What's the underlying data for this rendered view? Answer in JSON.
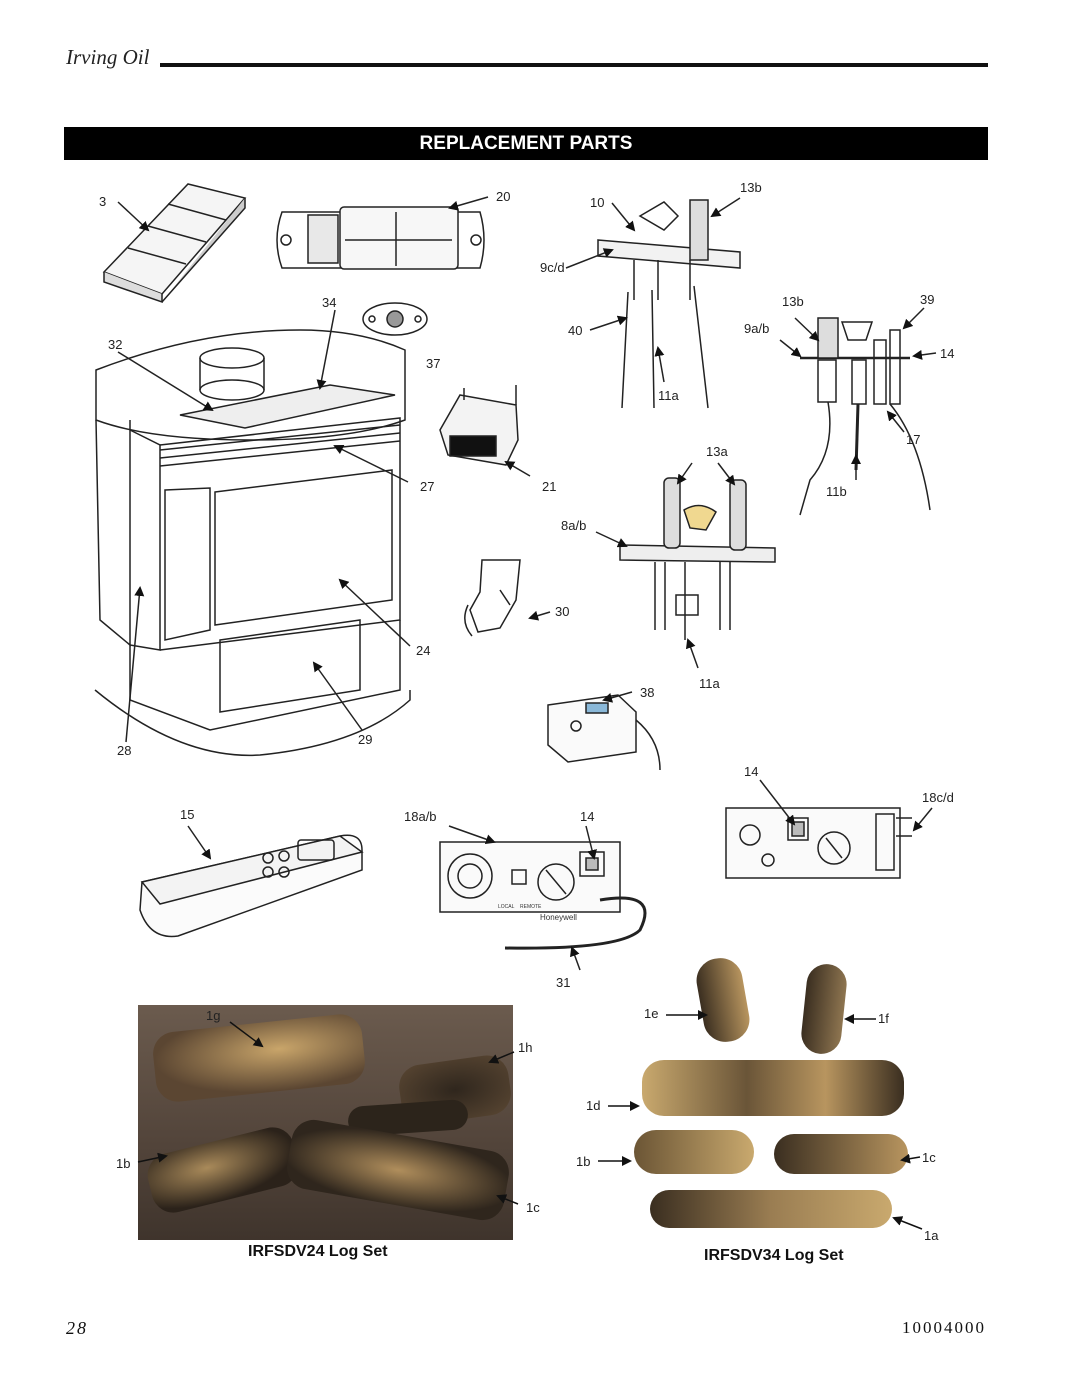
{
  "header": {
    "brand": "Irving Oil",
    "banner": "REPLACEMENT PARTS"
  },
  "labels": {
    "l3": "3",
    "l20": "20",
    "l10": "10",
    "l13b_top": "13b",
    "l9cd": "9c/d",
    "l34": "34",
    "l32": "32",
    "l37": "37",
    "l40": "40",
    "l13b_mid": "13b",
    "l39": "39",
    "l9ab": "9a/b",
    "l14_mid": "14",
    "l11a_top": "11a",
    "l17": "17",
    "l27": "27",
    "l21": "21",
    "l13a": "13a",
    "l11b": "11b",
    "l8ab": "8a/b",
    "l30": "30",
    "l24": "24",
    "l11a_bot": "11a",
    "l38": "38",
    "l28": "28",
    "l29": "29",
    "l15": "15",
    "l18ab": "18a/b",
    "l14_valve": "14",
    "l14_right": "14",
    "l18cd": "18c/d",
    "l31": "31",
    "valve_brand": "Honeywell",
    "valve_local": "LOCAL",
    "valve_remote": "REMOTE"
  },
  "photo_labels": {
    "left": {
      "g1": "1g",
      "h1": "1h",
      "b1": "1b",
      "c1": "1c"
    },
    "right": {
      "e1": "1e",
      "f1": "1f",
      "d1": "1d",
      "b1": "1b",
      "c1": "1c",
      "a1": "1a"
    }
  },
  "captions": {
    "left": "IRFSDV24 Log Set",
    "right": "IRFSDV34 Log Set"
  },
  "footer": {
    "page": "28",
    "doc_number": "10004000"
  },
  "colors": {
    "banner_bg": "#000000",
    "log_tan": "#b8955f",
    "log_dark": "#3a2e20"
  }
}
